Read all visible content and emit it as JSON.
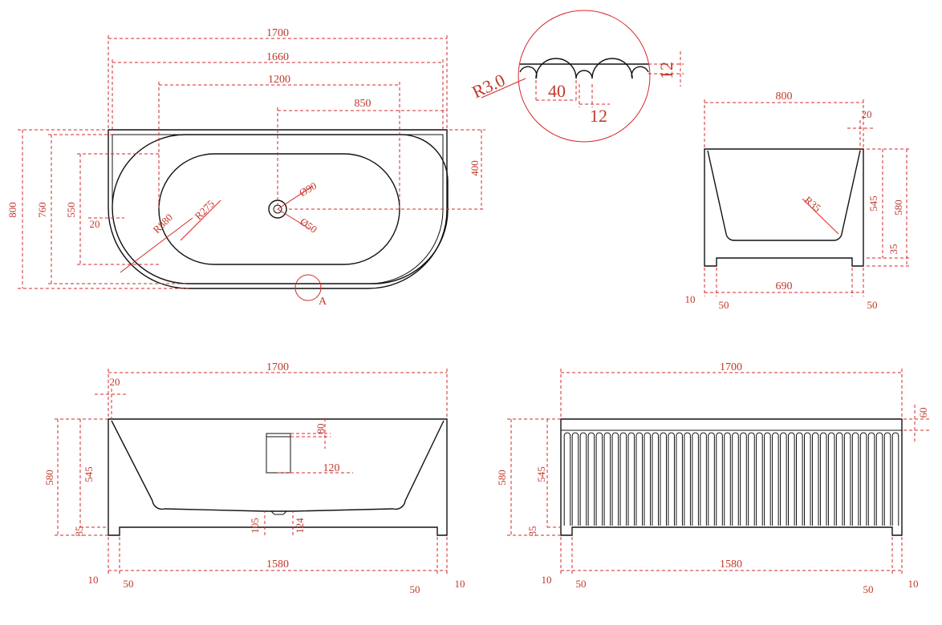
{
  "colors": {
    "dimension": "#d62828",
    "object": "#111111",
    "background": "#ffffff"
  },
  "top_view": {
    "w1700": "1700",
    "w1660": "1660",
    "w1200": "1200",
    "w850": "850",
    "h800": "800",
    "h760": "760",
    "h550": "550",
    "h400": "400",
    "d20": "20",
    "r880": "R880",
    "r275": "R275",
    "dia90": "Ø90",
    "dia50": "Ø50",
    "detail_ref": "A"
  },
  "detail_a": {
    "r30": "R3.0",
    "w40": "40",
    "w12": "12",
    "h12": "12"
  },
  "end_view": {
    "w800": "800",
    "w690": "690",
    "d20": "20",
    "h545": "545",
    "h580": "580",
    "h35": "35",
    "r35": "R35",
    "d10": "10",
    "d50_left": "50",
    "d50_right": "50"
  },
  "front_view": {
    "w1700": "1700",
    "w1580": "1580",
    "d20": "20",
    "h580": "580",
    "h545": "545",
    "h35": "35",
    "d80": "80",
    "d120": "120",
    "d105": "105",
    "d124": "124",
    "d10_left": "10",
    "d50_left": "50",
    "d50_right": "50",
    "d10_right": "10"
  },
  "back_view": {
    "w1700": "1700",
    "w1580": "1580",
    "h580": "580",
    "h545": "545",
    "h35": "35",
    "d60": "60",
    "d10_left": "10",
    "d50_left": "50",
    "d50_right": "50",
    "d10_right": "10"
  }
}
